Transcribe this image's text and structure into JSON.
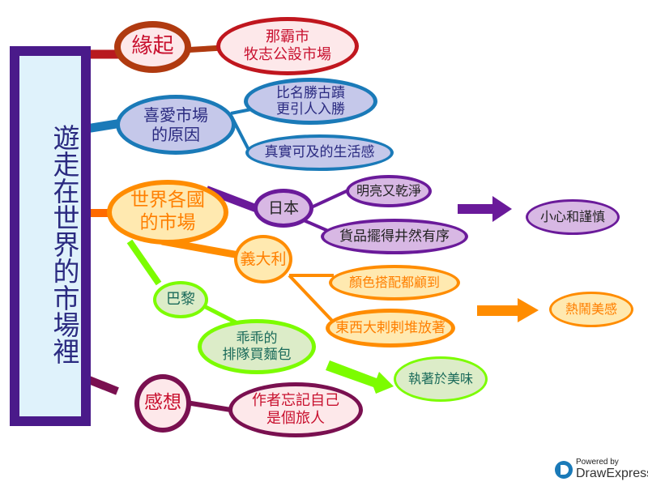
{
  "root": {
    "title": "遊走在世界的市場裡"
  },
  "branches": {
    "origin": {
      "label": "緣起",
      "children": [
        "那霸市\n牧志公設市場"
      ]
    },
    "reasons": {
      "label": "喜愛市場\n的原因",
      "children": [
        "比名勝古蹟\n更引人入勝",
        "真實可及的生活感"
      ]
    },
    "markets": {
      "label": "世界各國\n的市場",
      "japan": {
        "label": "日本",
        "children": [
          "明亮又乾淨",
          "貨品擺得井然有序"
        ],
        "conclusion": "小心和謹慎"
      },
      "italy": {
        "label": "義大利",
        "children": [
          "顏色搭配都顧到",
          "東西大剌剌堆放著"
        ],
        "conclusion": "熱鬧美感"
      },
      "paris": {
        "label": "巴黎",
        "children": [
          "乖乖的\n排隊買麵包"
        ],
        "conclusion": "執著於美味"
      }
    },
    "thoughts": {
      "label": "感想",
      "children": [
        "作者忘記自己\n是個旅人"
      ]
    }
  },
  "logo": {
    "powered": "Powered by",
    "name": "DrawExpress"
  },
  "colors": {
    "purple": "#4a1a8a",
    "red": "#c0161e",
    "blue": "#1a7ab8",
    "orange": "#ff8c00",
    "green": "#7cfc00",
    "maroon": "#7a1050"
  }
}
